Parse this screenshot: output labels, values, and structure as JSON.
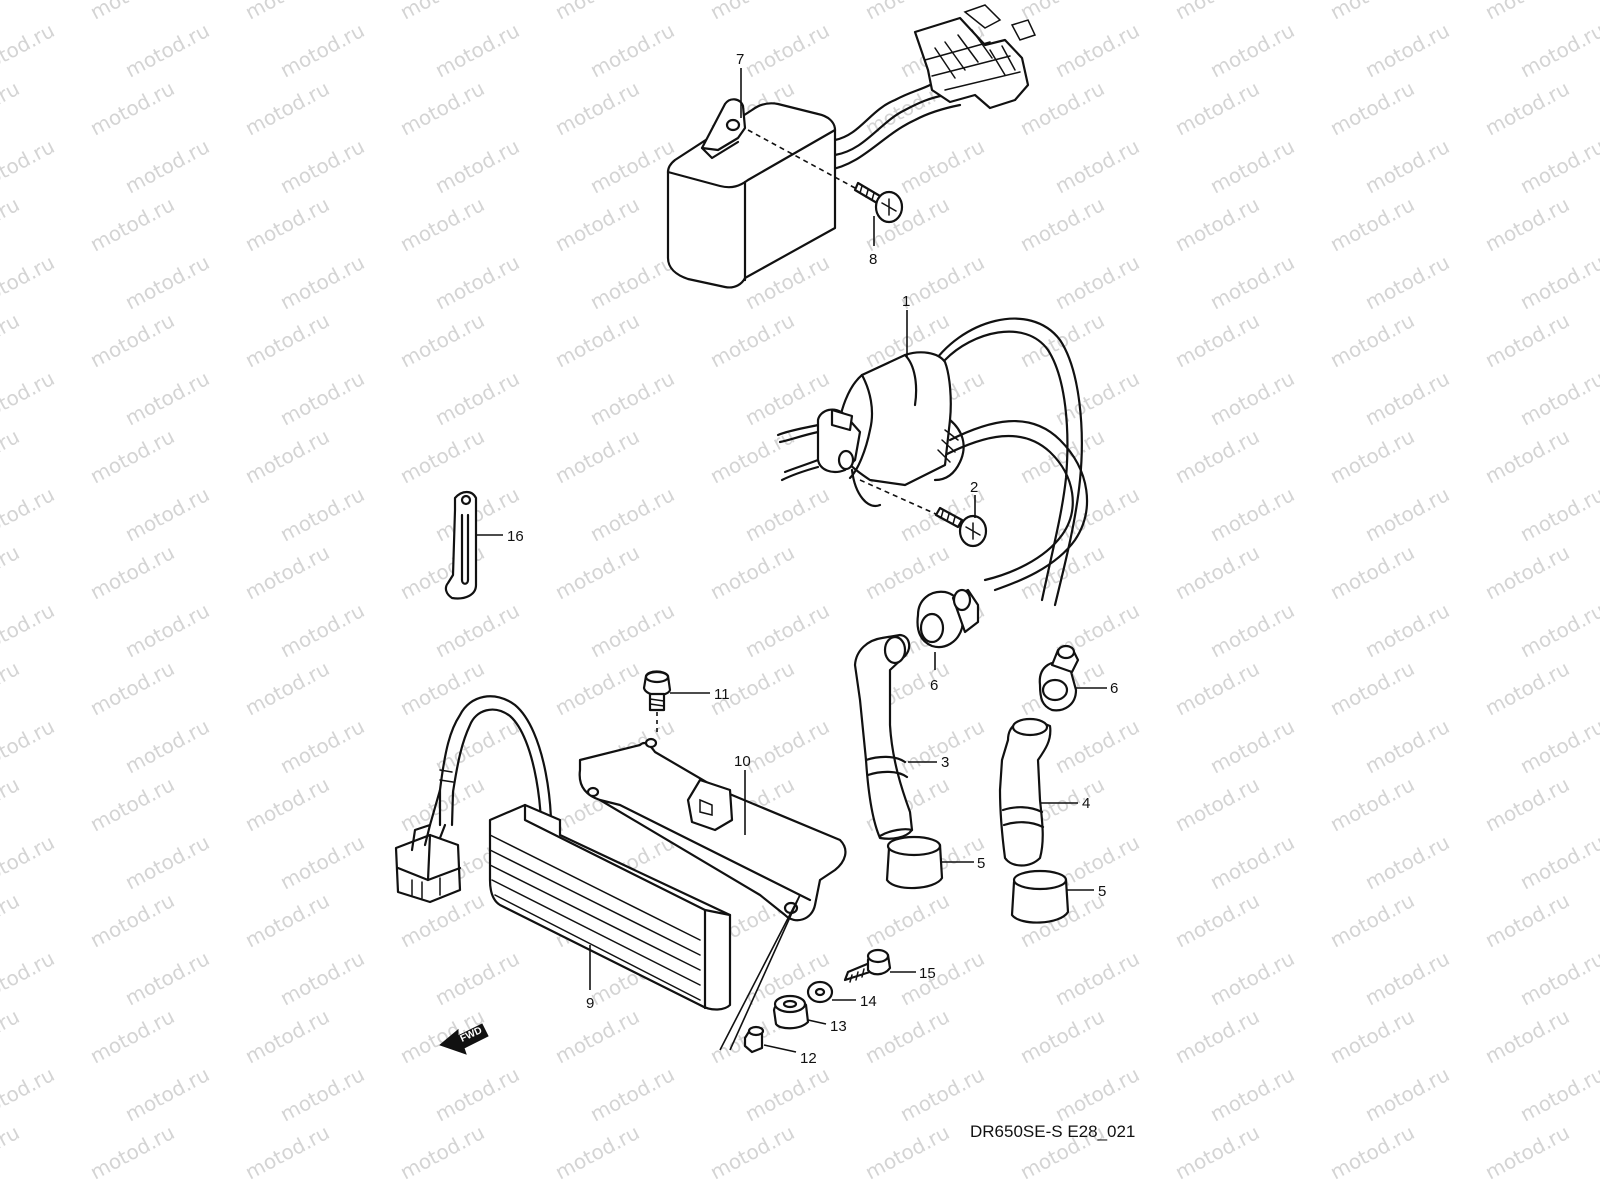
{
  "watermark": "motod.ru",
  "diagram_code": "DR650SE-S E28_021",
  "fwd_label": "FWD",
  "callouts": {
    "c1": "1",
    "c2": "2",
    "c3": "3",
    "c4": "4",
    "c5a": "5",
    "c5b": "5",
    "c6a": "6",
    "c6b": "6",
    "c7": "7",
    "c8": "8",
    "c9": "9",
    "c10": "10",
    "c11": "11",
    "c12": "12",
    "c13": "13",
    "c14": "14",
    "c15": "15",
    "c16": "16"
  }
}
